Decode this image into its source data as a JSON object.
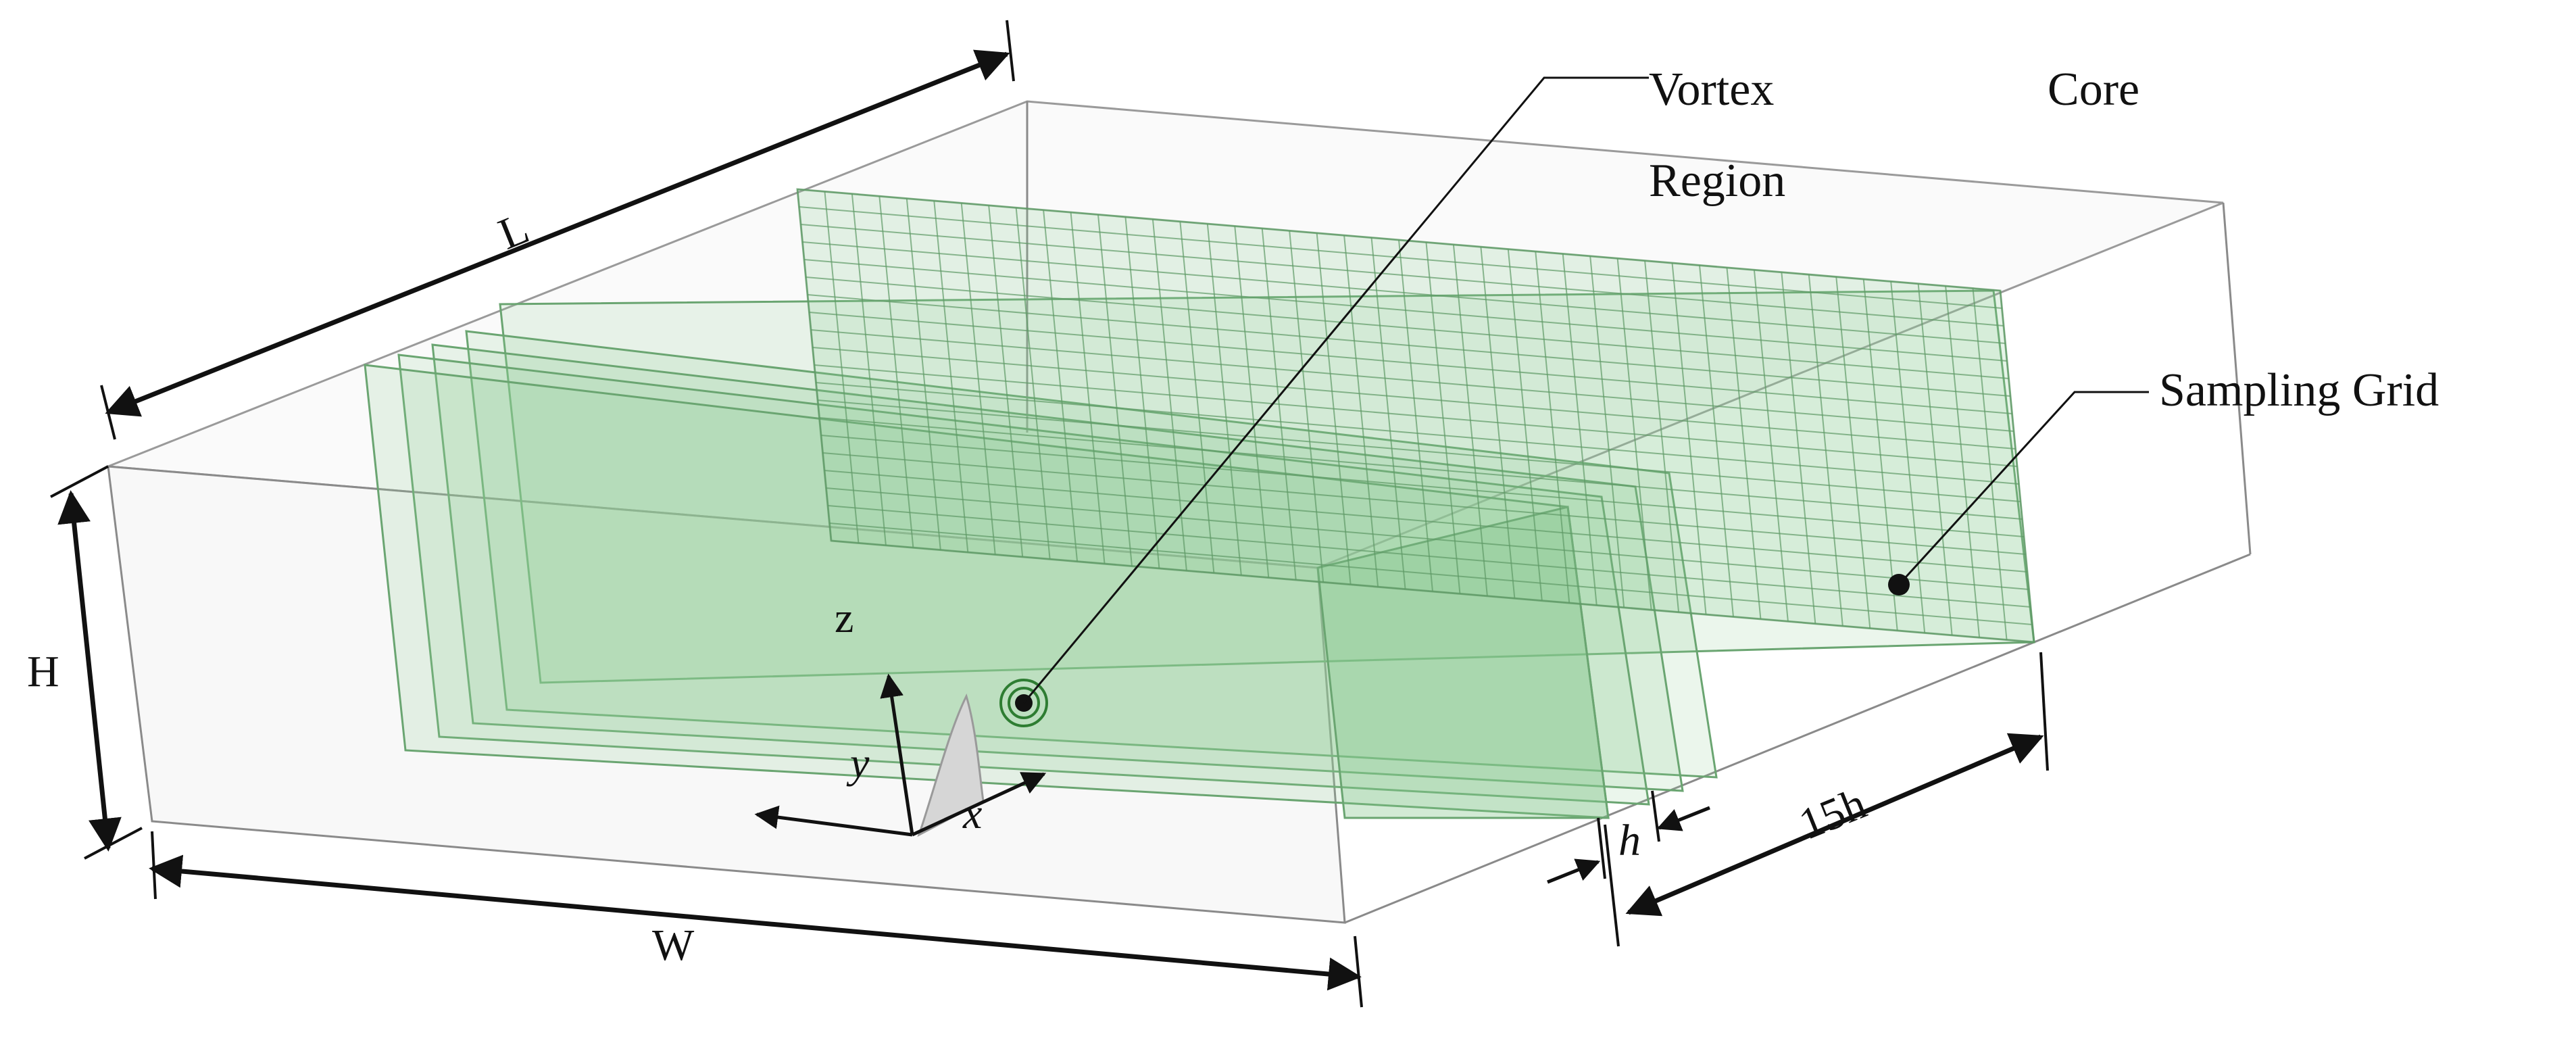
{
  "labels": {
    "vortex_core_line1": "Vortex",
    "vortex_core_line1b": "Core",
    "vortex_core_line2": "Region",
    "sampling_grid": "Sampling Grid"
  },
  "dimensions": {
    "length": "L",
    "width": "W",
    "height": "H",
    "spacing_h": "h",
    "downstream": "15h"
  },
  "axes": {
    "x": "x",
    "y": "y",
    "z": "z"
  },
  "colors": {
    "plane_fill": "#8fcf95",
    "grid_line": "#5f9a66",
    "domain_edge": "#8a8a8a",
    "dimension_line": "#111111",
    "vortex_ring": "#2e7d32"
  }
}
